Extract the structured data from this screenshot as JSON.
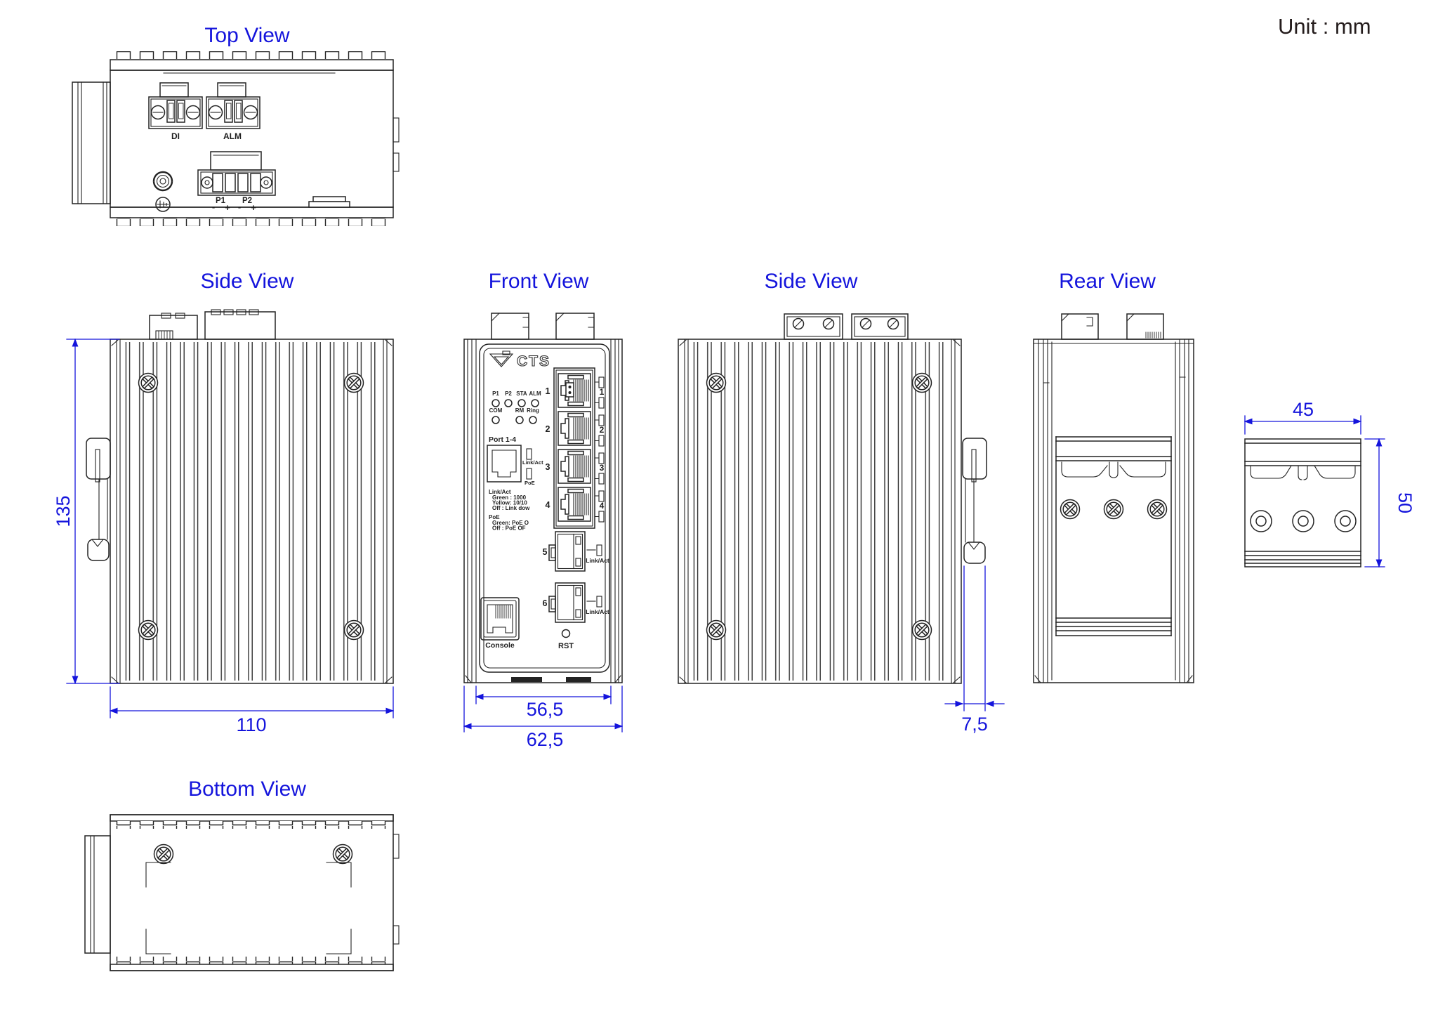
{
  "unit_label": "Unit : mm",
  "colors": {
    "accent": "#1414dc",
    "line": "#232323"
  },
  "views": {
    "top": {
      "title": "Top View",
      "di": "DI",
      "alm": "ALM",
      "p1": "P1",
      "p2": "P2",
      "pol": [
        "-",
        "+",
        "-",
        "+"
      ]
    },
    "side_left": {
      "title": "Side View"
    },
    "front": {
      "title": "Front View",
      "brand": "CTS",
      "leds_row1": [
        "P1",
        "P2",
        "STA",
        "ALM"
      ],
      "leds_row2": [
        "COM",
        "RM",
        "Ring"
      ],
      "port_group": "Port 1-4",
      "ind1": "Link/Act",
      "ind2": "PoE",
      "legend1": [
        "Link/Act",
        "Green : 1000",
        "Yellow: 10/10",
        "Off : Link dow"
      ],
      "legend2": [
        "PoE",
        "Green: PoE O",
        "Off : PoE OF"
      ],
      "ports_left": [
        "1",
        "2",
        "3",
        "4"
      ],
      "ports_right": [
        "1",
        "2",
        "3",
        "4"
      ],
      "sfp": [
        {
          "num": "5",
          "led": "Link/Act"
        },
        {
          "num": "6",
          "led": "Link/Act"
        }
      ],
      "console": "Console",
      "rst": "RST"
    },
    "side_right": {
      "title": "Side View"
    },
    "rear": {
      "title": "Rear View"
    },
    "bottom": {
      "title": "Bottom View"
    }
  },
  "dims": {
    "height": "135",
    "width": "110",
    "front_inner": "56,5",
    "front_outer": "62,5",
    "clip": "7,5",
    "bracket_width": "45",
    "bracket_height": "50"
  }
}
